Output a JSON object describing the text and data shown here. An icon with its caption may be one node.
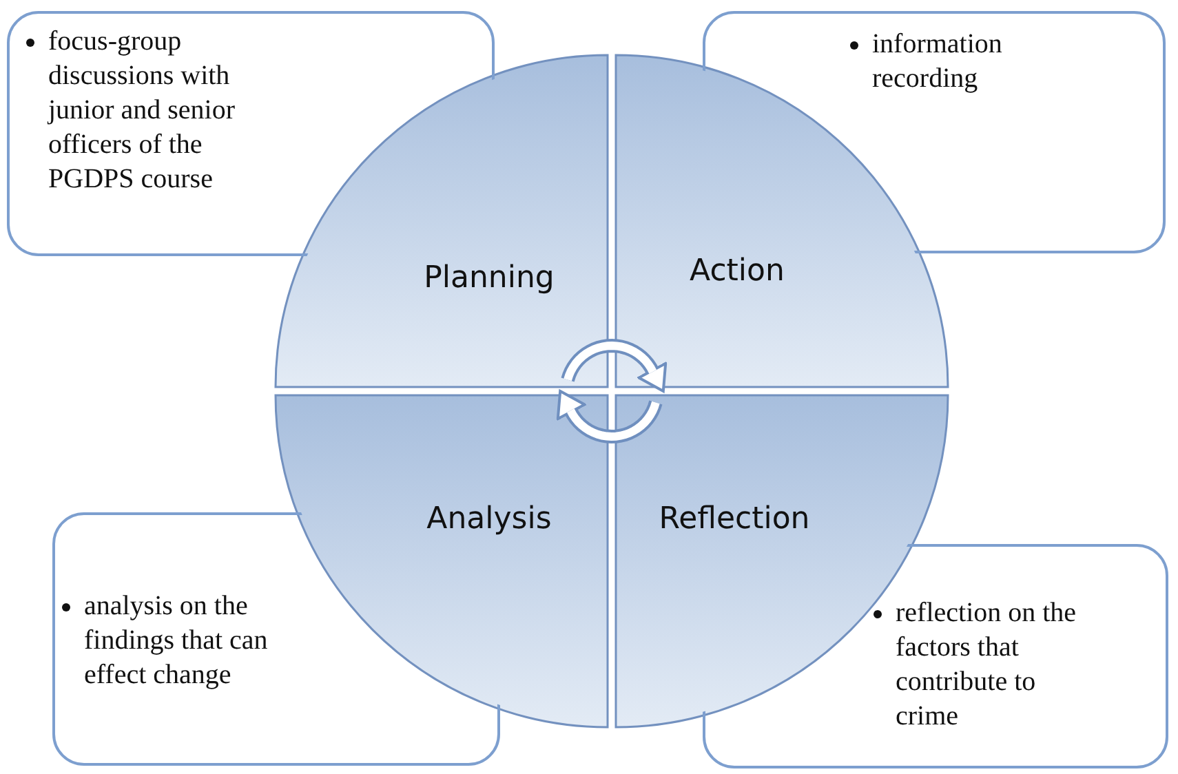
{
  "diagram": {
    "nodes": [
      {
        "text": [
          "focus-group discussions with junior and senior officers of the PGDPS course"
        ]
      },
      {
        "text": [
          "information recording"
        ]
      },
      {
        "text": [
          "Planning"
        ]
      },
      {
        "text": [
          "Action"
        ]
      },
      {
        "text": [
          "Analysis"
        ]
      },
      {
        "text": [
          "Reflection"
        ]
      },
      {
        "text": [
          "analysis on the findings that can effect change"
        ]
      },
      {
        "text": [
          "reflection on the factors that contribute to crime"
        ]
      }
    ],
    "edges": [
      {
        "from": 2,
        "to": 3,
        "arrow": "to"
      },
      {
        "from": 5,
        "to": 4,
        "arrow": "to"
      }
    ]
  }
}
